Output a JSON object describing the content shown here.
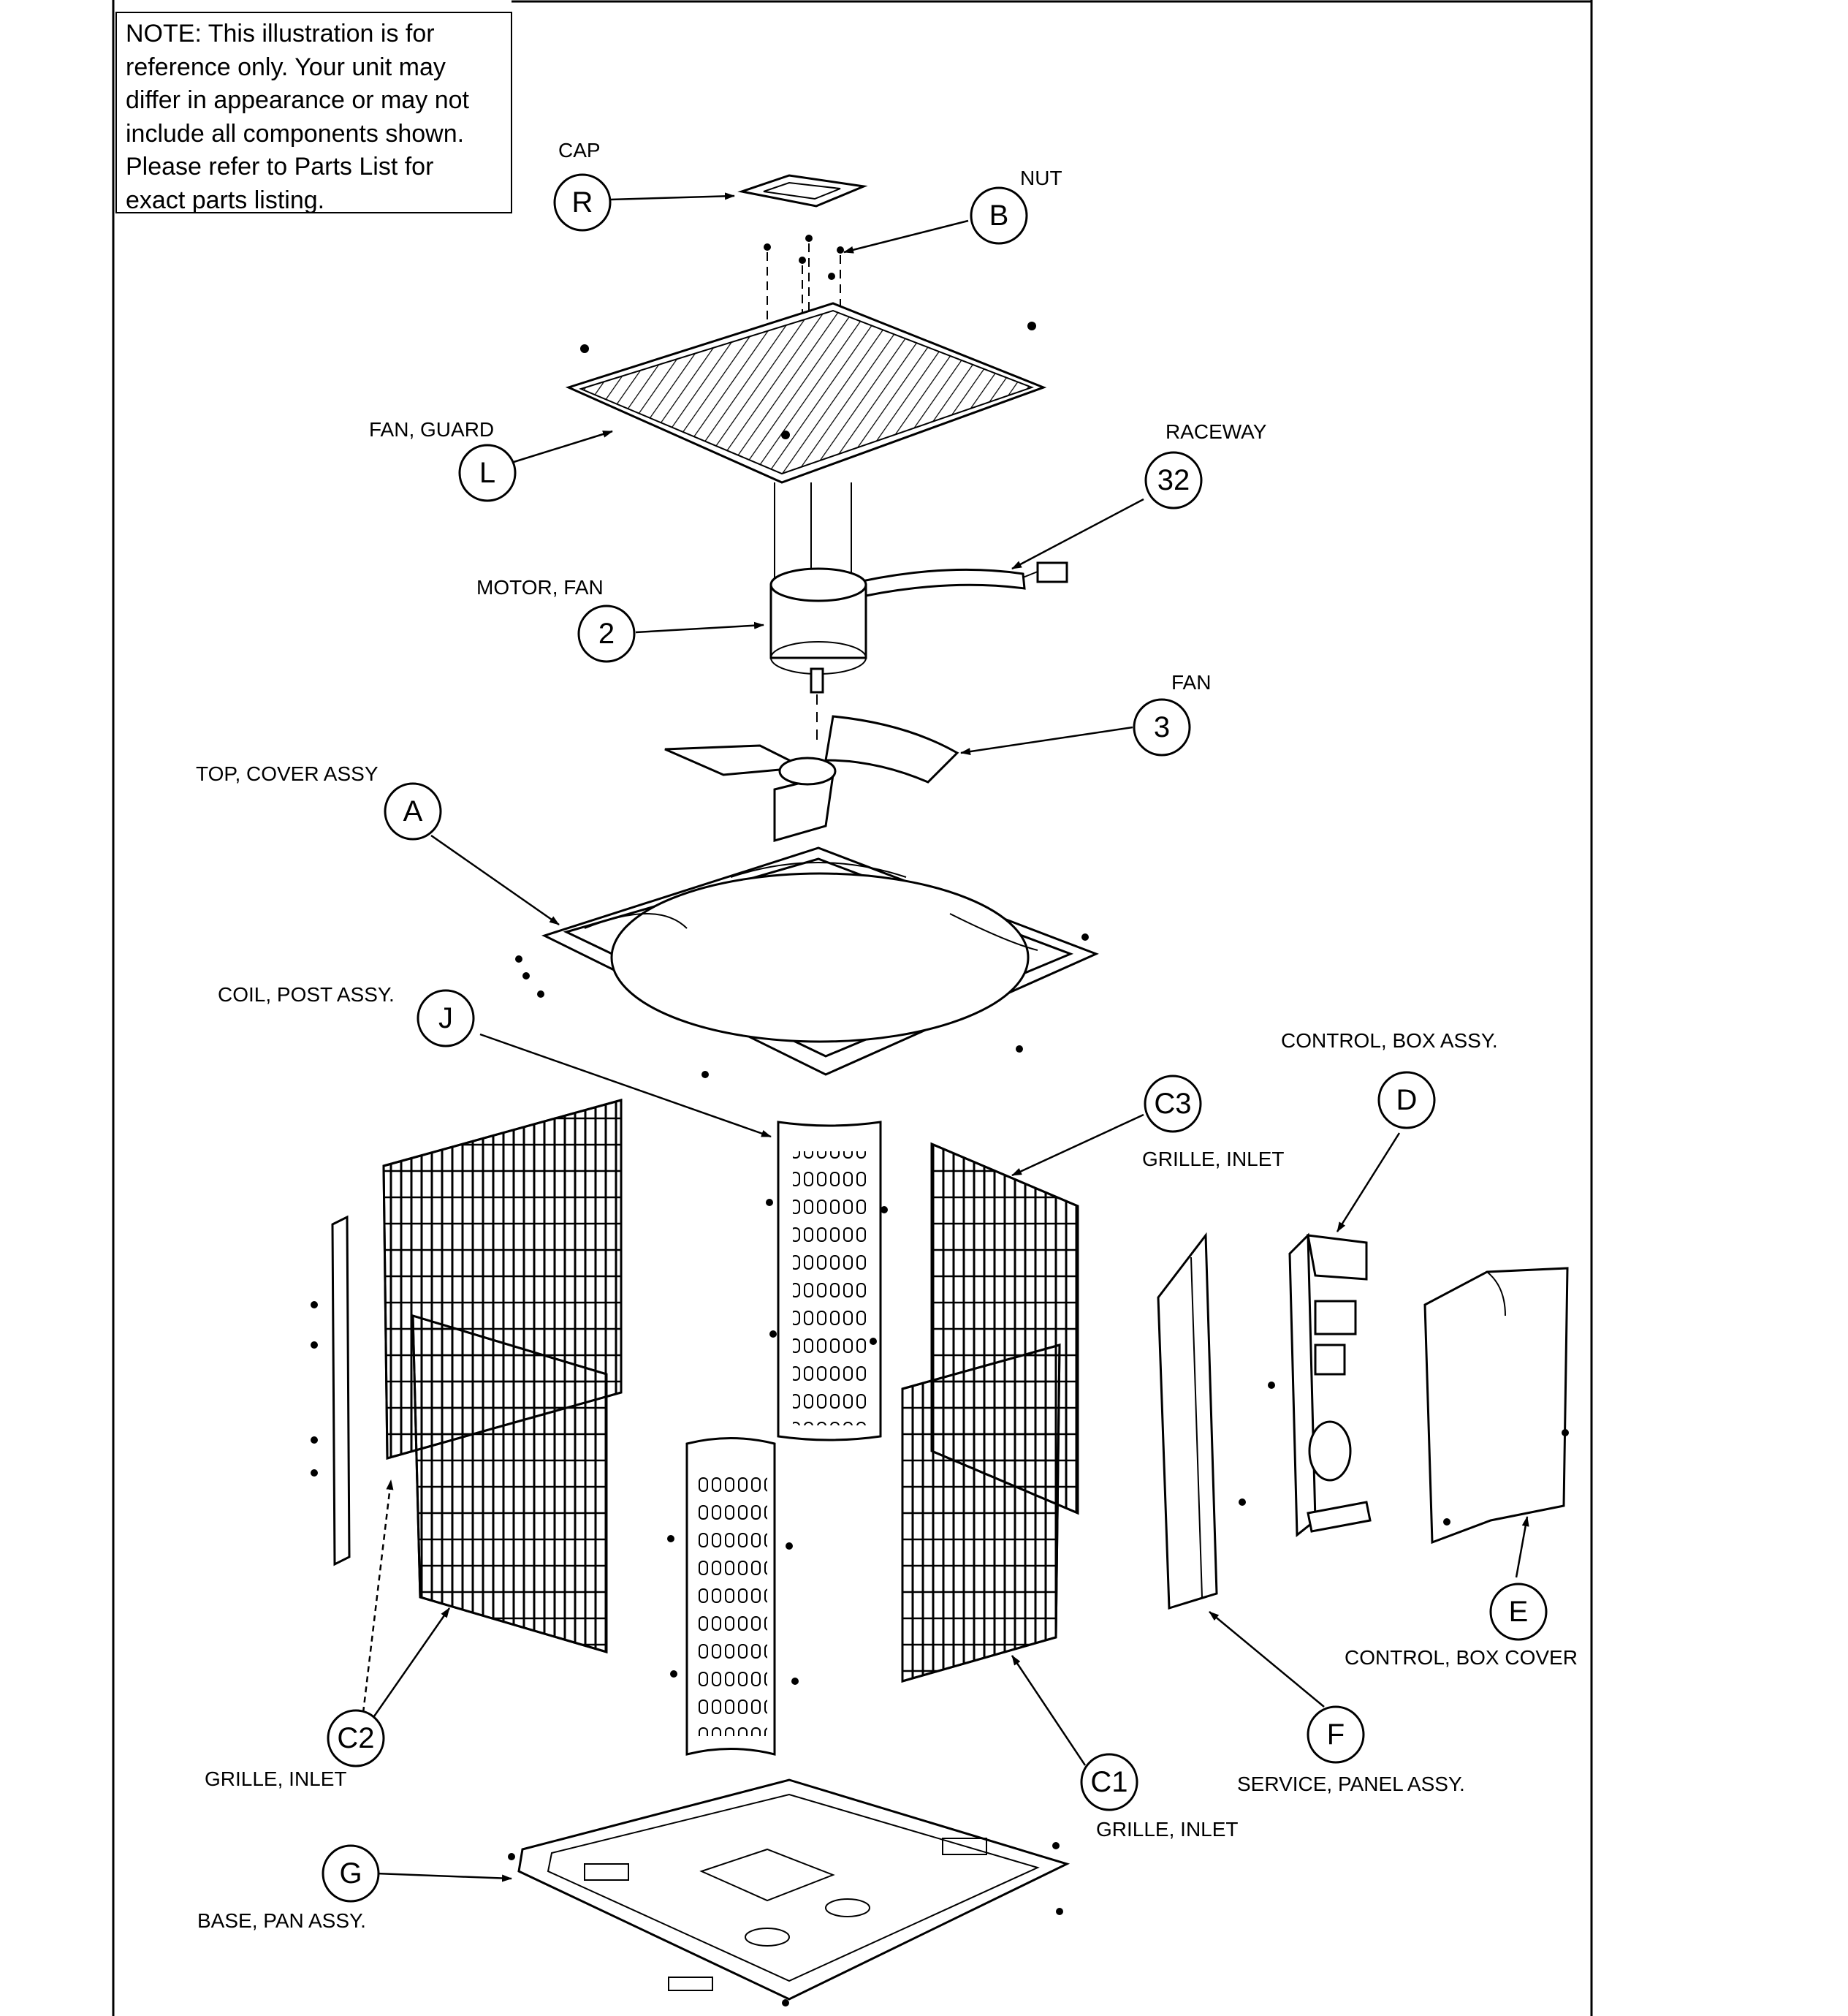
{
  "note": {
    "lines": [
      "NOTE: This illustration is for",
      "reference only.  Your unit may",
      "differ in appearance or may not",
      "include all components shown.",
      "Please refer to Parts List for",
      "exact parts listing."
    ]
  },
  "callouts": [
    {
      "id": "R",
      "label": "CAP"
    },
    {
      "id": "B",
      "label": "NUT"
    },
    {
      "id": "L",
      "label": "FAN, GUARD"
    },
    {
      "id": "32",
      "label": "RACEWAY"
    },
    {
      "id": "2",
      "label": "MOTOR, FAN"
    },
    {
      "id": "3",
      "label": "FAN"
    },
    {
      "id": "A",
      "label": "TOP, COVER  ASSY"
    },
    {
      "id": "J",
      "label": "COIL, POST ASSY."
    },
    {
      "id": "C3",
      "label": "GRILLE, INLET"
    },
    {
      "id": "D",
      "label": "CONTROL, BOX ASSY."
    },
    {
      "id": "E",
      "label": "CONTROL, BOX COVER"
    },
    {
      "id": "F",
      "label": "SERVICE, PANEL ASSY."
    },
    {
      "id": "C2",
      "label": "GRILLE, INLET"
    },
    {
      "id": "C1",
      "label": "GRILLE, INLET"
    },
    {
      "id": "G",
      "label": "BASE, PAN ASSY."
    }
  ]
}
